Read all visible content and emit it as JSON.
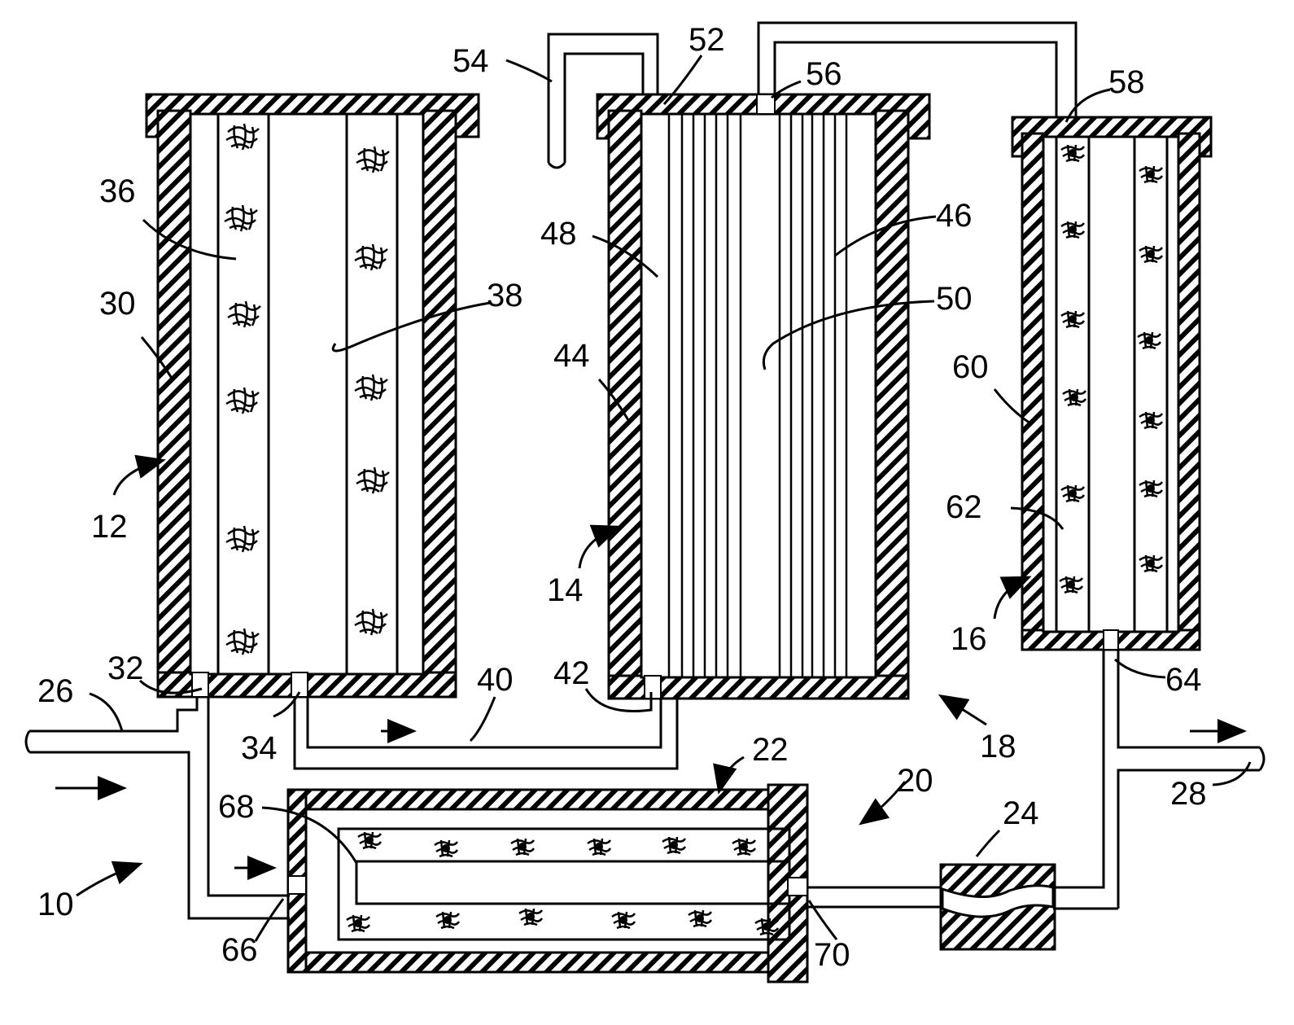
{
  "figure": {
    "labels": {
      "system": "10",
      "first_filter": "12",
      "second_filter": "14",
      "third_filter": "16",
      "fluid_path": "18",
      "pump_assembly": "20",
      "recirculation_unit": "22",
      "valve": "24",
      "inlet_line": "26",
      "outlet_line": "28",
      "housing_30": "30",
      "port_32": "32",
      "port_34": "34",
      "media_36": "36",
      "core_38": "38",
      "conduit_40": "40",
      "port_42": "42",
      "housing_44": "44",
      "media_46": "46",
      "space_48": "48",
      "fibers_50": "50",
      "vent_52": "52",
      "vent_tube_54": "54",
      "port_56": "56",
      "port_58": "58",
      "housing_60": "60",
      "media_62": "62",
      "port_64": "64",
      "port_66": "66",
      "media_68": "68",
      "port_70": "70"
    },
    "flow_arrows": [
      "inlet-flow",
      "bypass-flow",
      "conduit-flow",
      "outlet-flow"
    ],
    "colors": {
      "ink": "#000000",
      "paper": "#ffffff"
    }
  }
}
